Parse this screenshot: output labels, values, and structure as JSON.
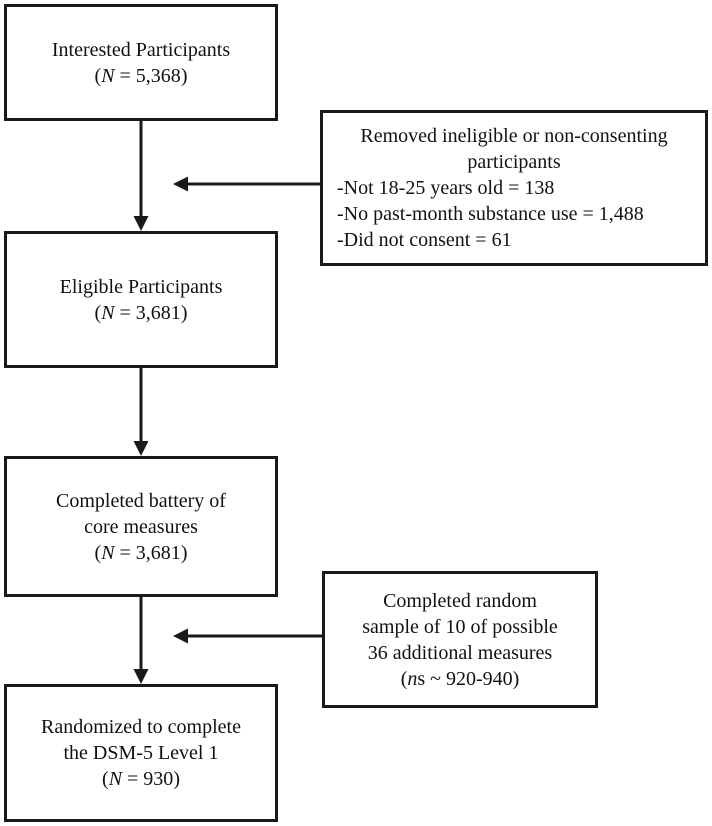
{
  "flow": {
    "interested": {
      "title": "Interested Participants",
      "n_label": "N",
      "n_value": " = 5,368"
    },
    "eligible": {
      "title": "Eligible Participants",
      "n_label": "N",
      "n_value": " = 3,681"
    },
    "core": {
      "title_line1": "Completed battery of",
      "title_line2": "core measures",
      "n_label": "N",
      "n_value": " = 3,681"
    },
    "randomized": {
      "title_line1": "Randomized to complete",
      "title_line2": "the DSM-5 Level 1",
      "n_label": "N",
      "n_value": " = 930"
    }
  },
  "side": {
    "removed": {
      "title_line1": "Removed ineligible or non-consenting",
      "title_line2": "participants",
      "items": [
        "-Not 18-25 years old = 138",
        "-No past-month substance use = 1,488",
        "-Did not consent = 61"
      ]
    },
    "random_sample": {
      "line1": "Completed random",
      "line2": "sample of 10 of possible",
      "line3": "36 additional measures",
      "n_label": "n",
      "n_suffix": "s ~ 920-940"
    }
  }
}
